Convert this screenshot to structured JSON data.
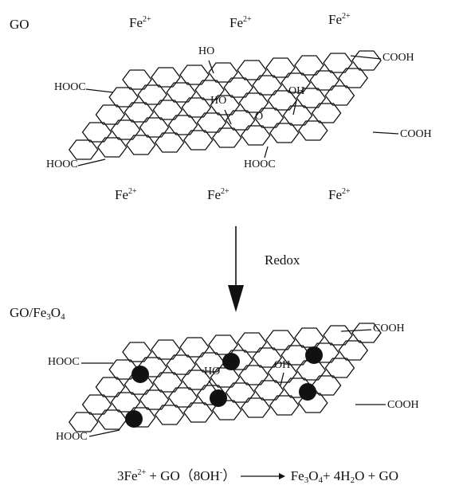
{
  "top": {
    "title": "GO",
    "ion_base": "Fe",
    "ion_charge": "2+",
    "groups": {
      "cooh": "COOH",
      "hooc": "HOOC",
      "oh": "OH",
      "ho": "HO",
      "o": "O"
    }
  },
  "arrow": {
    "label": "Redox"
  },
  "bottom": {
    "title_prefix": "GO/Fe",
    "title_sub1": "3",
    "title_mid": "O",
    "title_sub2": "4",
    "groups": {
      "cooh": "COOH",
      "hooc": "HOOC",
      "oh": "OH",
      "ho": "HO"
    }
  },
  "equation": {
    "left_coef_ion": "3Fe",
    "left_charge": "2+",
    "left_rest": "+ GO（8OH",
    "oh_charge": "-",
    "close_paren": "）",
    "product_fe": "Fe",
    "product_sub1": "3",
    "product_o": "O",
    "product_sub2": "4",
    "product_plus": "+ 4H",
    "product_h_sub": "2",
    "product_tail": "O + GO"
  }
}
